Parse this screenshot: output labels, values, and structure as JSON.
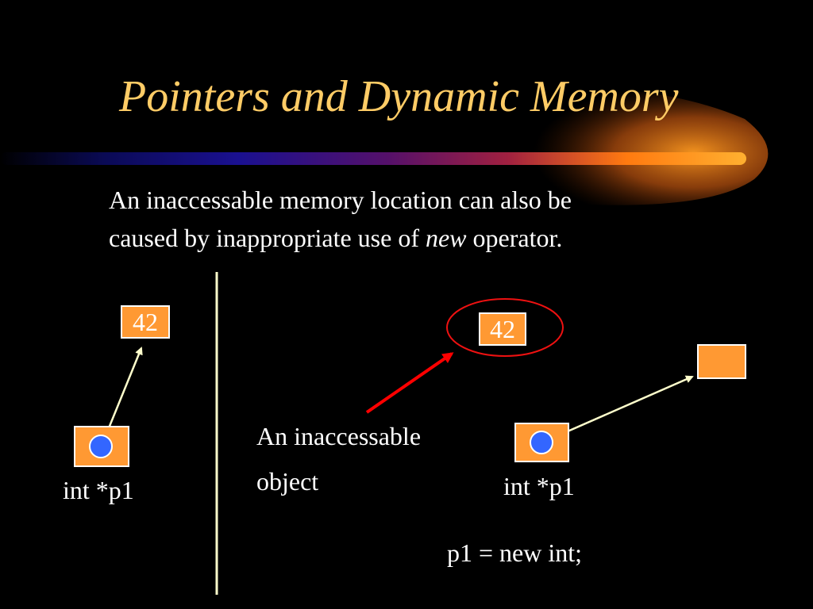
{
  "slide": {
    "title": "Pointers and Dynamic Memory",
    "body_line1": "An inaccessable memory location can also be",
    "body_line2_prefix": "caused by inappropriate use of ",
    "body_line2_keyword": "new",
    "body_line2_suffix": " operator."
  },
  "left_diagram": {
    "target_value": "42",
    "pointer_label": "int *p1"
  },
  "right_diagram": {
    "orphan_value": "42",
    "orphan_caption_line1": "An inaccessable",
    "orphan_caption_line2": "object",
    "pointer_label": "int *p1",
    "code": "p1 = new int;"
  },
  "colors": {
    "background": "#000000",
    "title": "#FFCC66",
    "text": "#FFFFFF",
    "box_fill": "#FF9933",
    "pointer_dot": "#3366FF",
    "highlight_arrow": "#FF0000",
    "divider": "#FFFFCC"
  }
}
